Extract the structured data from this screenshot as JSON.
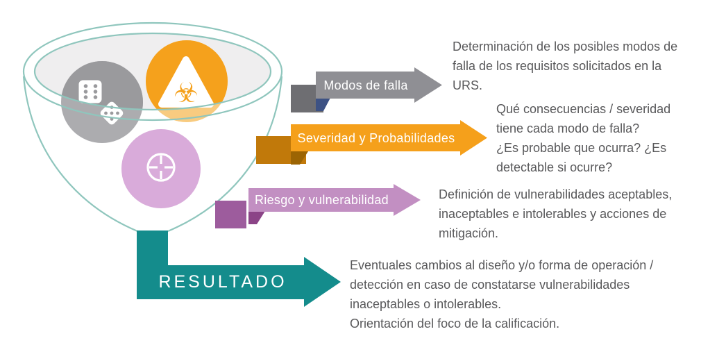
{
  "palette": {
    "teal": "#148C8C",
    "funnel_stroke": "#8FC6BD",
    "funnel_fill": "#EFEEEF",
    "gray_circle": "#9A9A9D",
    "gray_circle_faded": "#ACACAF",
    "orange_circle": "#F5A11C",
    "orange_circle_faded": "#F8CB80",
    "purple_circle": "#D9ABDA",
    "pip_gray": "#9A9A9D",
    "description_text": "#58585A"
  },
  "funnel": {
    "biohazard_glyph": "☣"
  },
  "banners": [
    {
      "label": "Modos de falla",
      "colors": {
        "body": "#8F8F94",
        "tab": "#6E6E72",
        "fold": "#3D5284"
      }
    },
    {
      "label": "Severidad y Probabilidades",
      "colors": {
        "body": "#F5A01B",
        "tab": "#C1790A",
        "fold": "#9C6403"
      }
    },
    {
      "label": "Riesgo y vulnerabilidad",
      "colors": {
        "body": "#C28FC2",
        "tab": "#9D5C9D",
        "fold": "#8B4487"
      }
    }
  ],
  "result": {
    "label": "RESULTADO",
    "color": "#148C8C"
  },
  "descriptions": [
    {
      "lines": [
        "Determinación de los posibles modos de",
        "falla de los requisitos solicitados en la",
        "URS."
      ]
    },
    {
      "lines": [
        "Qué consecuencias / severidad",
        "tiene cada modo de falla?",
        "¿Es probable que ocurra? ¿Es",
        "detectable si ocurre?"
      ]
    },
    {
      "lines": [
        "Definición de vulnerabilidades aceptables,",
        "inaceptables e intolerables y acciones de",
        "mitigación."
      ]
    },
    {
      "lines": [
        "Eventuales cambios al diseño y/o forma de operación /",
        "detección en caso de constatarse vulnerabilidades",
        "inaceptables o intolerables.",
        "Orientación del foco de la calificación."
      ]
    }
  ]
}
